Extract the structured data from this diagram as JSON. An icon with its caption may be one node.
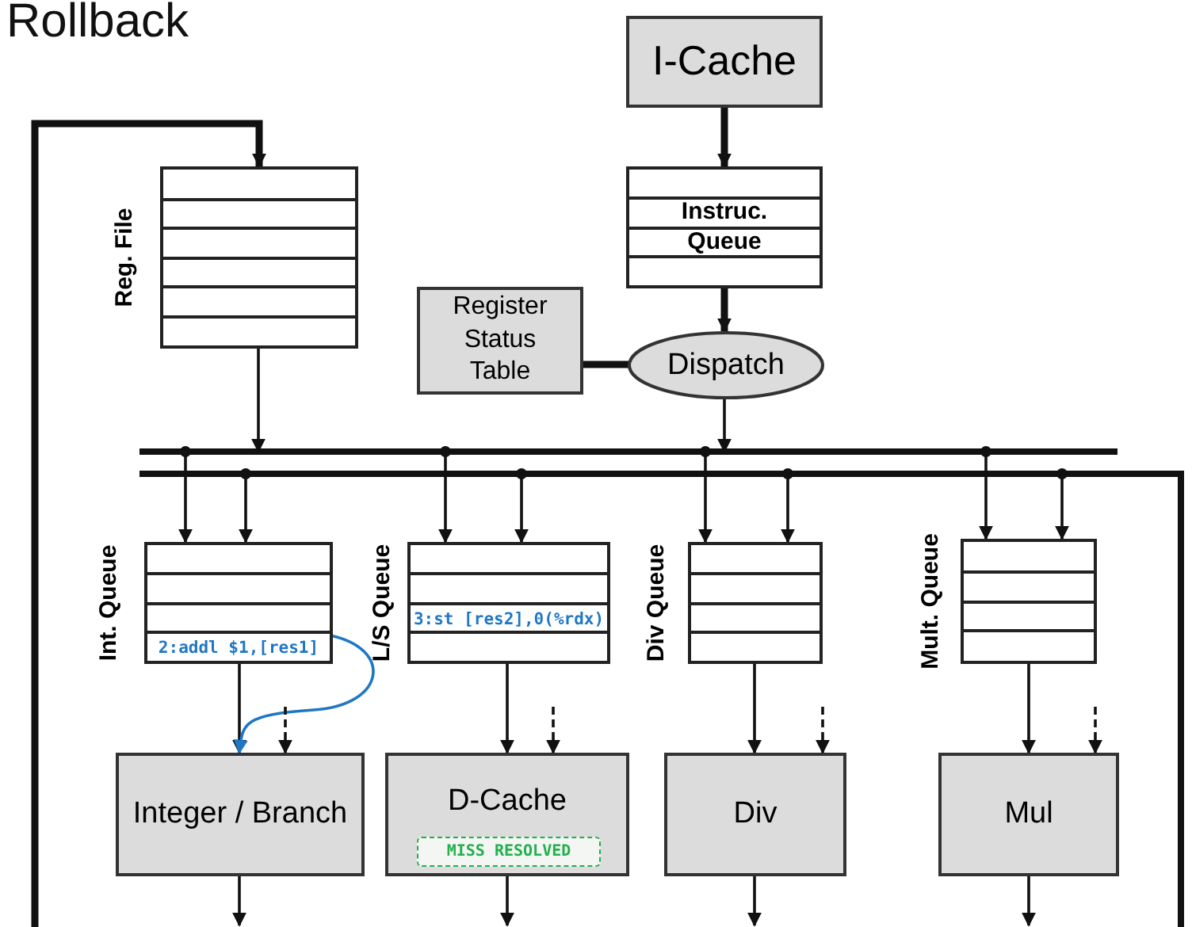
{
  "diagram": {
    "title": "Rollback",
    "nodes": [
      {
        "text": [
          "I-Cache"
        ]
      },
      {
        "text": [
          "Instruc. Queue"
        ]
      },
      {
        "text": [
          "Register Status Table"
        ]
      },
      {
        "text": [
          "Dispatch"
        ]
      },
      {
        "text": [
          "Reg. File"
        ]
      },
      {
        "text": [
          "Int. Queue",
          "2:addl $1,[res1]"
        ]
      },
      {
        "text": [
          "L/S Queue",
          "3:st [res2],0(%rdx)"
        ]
      },
      {
        "text": [
          "Div Queue"
        ]
      },
      {
        "text": [
          "Mult. Queue"
        ]
      },
      {
        "text": [
          "Integer / Branch"
        ]
      },
      {
        "text": [
          "D-Cache"
        ]
      },
      {
        "text": [
          "MISS RESOLVED"
        ],
        "in": 10
      },
      {
        "text": [
          "Div"
        ]
      },
      {
        "text": [
          "Mul"
        ]
      },
      {
        "text": [],
        "shape": "bar"
      },
      {
        "text": [],
        "shape": "bar"
      }
    ],
    "edges": [
      {
        "from": 0,
        "to": 1,
        "arrow": "to",
        "style": "thick"
      },
      {
        "from": 1,
        "to": 3,
        "arrow": "to",
        "style": "thick"
      },
      {
        "from": 2,
        "to": 3,
        "arrow": "none",
        "style": "thick"
      },
      {
        "from": 3,
        "to": 14,
        "arrow": "to"
      },
      {
        "from": 4,
        "to": 14,
        "arrow": "to"
      },
      {
        "from": 14,
        "to": 5,
        "arrow": "to"
      },
      {
        "from": 15,
        "to": 5,
        "arrow": "to"
      },
      {
        "from": 14,
        "to": 6,
        "arrow": "to"
      },
      {
        "from": 15,
        "to": 6,
        "arrow": "to"
      },
      {
        "from": 14,
        "to": 7,
        "arrow": "to"
      },
      {
        "from": 15,
        "to": 7,
        "arrow": "to"
      },
      {
        "from": 14,
        "to": 8,
        "arrow": "to"
      },
      {
        "from": 15,
        "to": 8,
        "arrow": "to"
      },
      {
        "from": 5,
        "to": 9,
        "arrow": "to"
      },
      {
        "from": 6,
        "to": 10,
        "arrow": "to"
      },
      {
        "from": 7,
        "to": 12,
        "arrow": "to"
      },
      {
        "from": 8,
        "to": 13,
        "arrow": "to"
      },
      {
        "from": 5,
        "to": 9,
        "arrow": "to",
        "color": "#1f77c4"
      },
      {
        "from": null,
        "to": 9,
        "arrow": "to",
        "style": "dashed"
      },
      {
        "from": null,
        "to": 10,
        "arrow": "to",
        "style": "dashed"
      },
      {
        "from": null,
        "to": 12,
        "arrow": "to",
        "style": "dashed"
      },
      {
        "from": null,
        "to": 13,
        "arrow": "to",
        "style": "dashed"
      },
      {
        "from": 9,
        "to": null,
        "arrow": "to"
      },
      {
        "from": 10,
        "to": null,
        "arrow": "to"
      },
      {
        "from": 12,
        "to": null,
        "arrow": "to"
      },
      {
        "from": 13,
        "to": null,
        "arrow": "to"
      },
      {
        "from": null,
        "to": 4,
        "arrow": "to",
        "style": "thick"
      }
    ]
  }
}
